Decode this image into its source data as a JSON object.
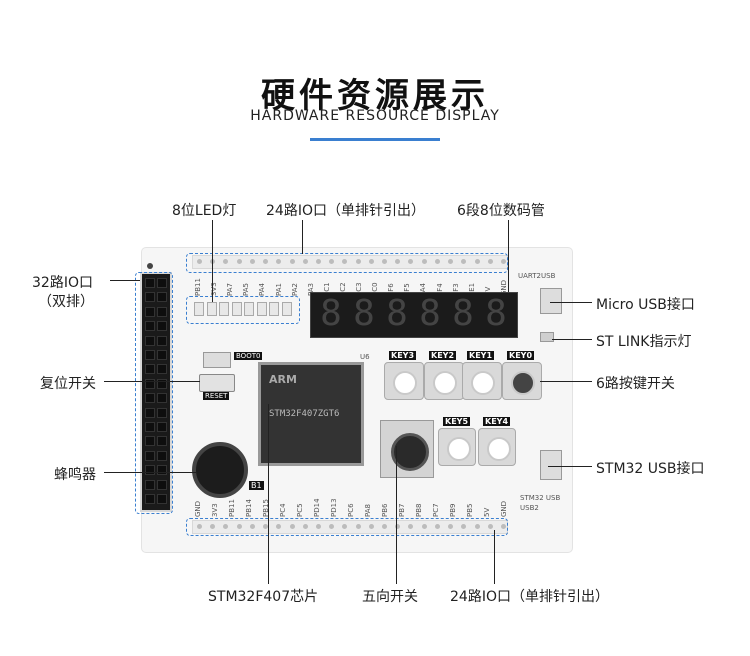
{
  "header": {
    "title": "硬件资源展示",
    "subtitle": "HARDWARE RESOURCE DISPLAY"
  },
  "callouts": {
    "led": "8位LED灯",
    "io_top": "24路IO口（单排针引出）",
    "seg": "6段8位数码管",
    "io32_line1": "32路IO口",
    "io32_line2": "（双排）",
    "reset": "复位开关",
    "buzzer": "蜂鸣器",
    "micro_usb": "Micro USB接口",
    "st_link": "ST LINK指示灯",
    "keys": "6路按键开关",
    "stm32_usb": "STM32 USB接口",
    "chip": "STM32F407芯片",
    "joystick": "五向开关",
    "io_bottom": "24路IO口（单排针引出）"
  },
  "board": {
    "chip_marking": "STM32F407ZGT6",
    "chip_brand": "ARM",
    "chip_code": "U6",
    "seven_seg_digits": "888888",
    "boot_label": "BOOT0",
    "reset_label": "RESET",
    "buzzer_label": "B1",
    "uart_label": "UART2USB",
    "usb_label": "STM32 USB",
    "usb2_label": "USB2",
    "key_labels": [
      "KEY3",
      "KEY2",
      "KEY1",
      "KEY0",
      "KEY5",
      "KEY4"
    ],
    "top_pins": [
      "PB11",
      "3V3",
      "PA7",
      "PA5",
      "PA4",
      "PA1",
      "PA2",
      "PA3",
      "PC1",
      "PC2",
      "PC3",
      "PC0",
      "PF6",
      "PF5",
      "PA4",
      "PF4",
      "PF3",
      "PE1",
      "5V",
      "GND"
    ],
    "bottom_pins": [
      "GND",
      "3V3",
      "PB11",
      "PB14",
      "PB15",
      "PC4",
      "PC5",
      "PD14",
      "PD13",
      "PC6",
      "PA8",
      "PB6",
      "PB7",
      "PB8",
      "PC7",
      "PB9",
      "PB5",
      "5V",
      "GND"
    ]
  },
  "colors": {
    "accent": "#3a7fd0",
    "board": "#f6f6f6",
    "text": "#222222"
  }
}
